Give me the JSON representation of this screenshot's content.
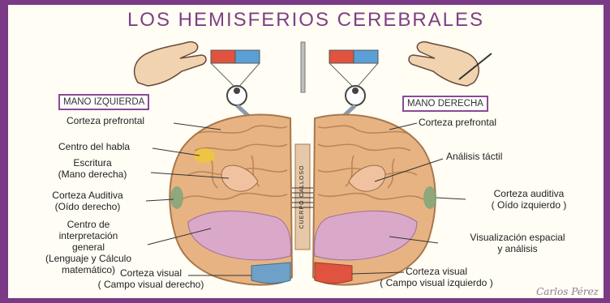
{
  "title": "LOS HEMISFERIOS CEREBRALES",
  "hands": {
    "left_box": "MANO IZQUIERDA",
    "right_box": "MANO DERECHA"
  },
  "labels": {
    "prefrontal_left": "Corteza prefrontal",
    "prefrontal_right": "Corteza prefrontal",
    "habla": "Centro del habla",
    "escritura": [
      "Escritura",
      "(Mano derecha)"
    ],
    "auditiva_left": [
      "Corteza Auditiva",
      "(Oído derecho)"
    ],
    "interpretacion": [
      "Centro de",
      "interpretación",
      "general",
      "(Lenguaje y Cálculo",
      "matemático)"
    ],
    "visual_left": [
      "Corteza visual",
      "( Campo visual derecho)"
    ],
    "tactil": "Análisis táctil",
    "auditiva_right": [
      "Corteza auditiva",
      "( Oído izquierdo )"
    ],
    "espacial": [
      "Visualización espacial",
      "y  análisis"
    ],
    "visual_right": [
      "Corteza visual",
      "( Campo visual izquierdo )"
    ],
    "corpus": "CUERPO CALLOSO"
  },
  "signature": "Carlos Pérez",
  "colors": {
    "frame": "#7a3a86",
    "title": "#7d3f85",
    "cortex": "#e8b382",
    "occipital": "#d9a9d2",
    "bar_red": "#e0533f",
    "bar_blue": "#5aa0d6"
  }
}
